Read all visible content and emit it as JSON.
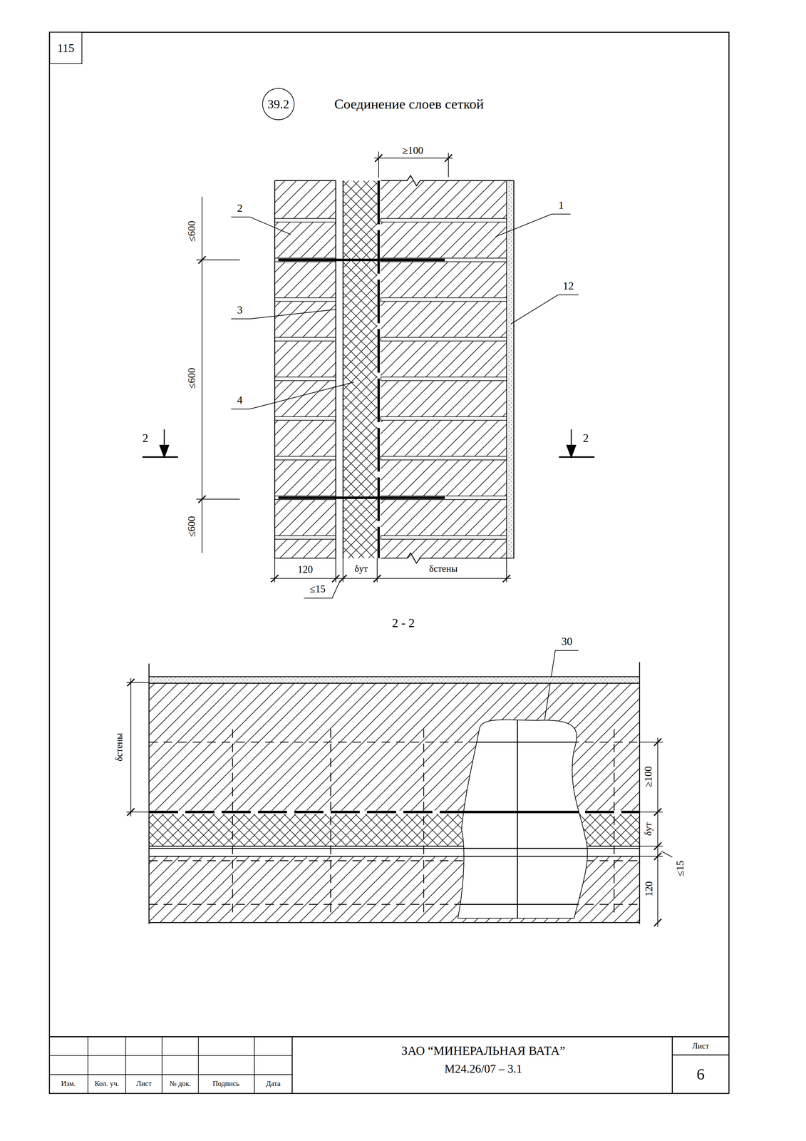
{
  "diagram": {
    "title": "Соединение слоев сеткой",
    "nodes": [
      {
        "text": [
          "115"
        ]
      },
      {
        "text": [
          "39.2"
        ]
      }
    ],
    "labels": [
      "≥100",
      "2",
      "1",
      "≤600",
      "12",
      "3",
      "≤600",
      "4",
      "2",
      "2",
      "≤600",
      "120",
      "δут",
      "δстены",
      "≤15",
      "2 - 2",
      "30",
      "δстены",
      "≥100",
      "δут",
      "≤15",
      "120",
      "ЗАО “МИНЕРАЛЬНАЯ ВАТА”",
      "M24.26/07 – 3.1",
      "Лист",
      "6",
      "Изм.",
      "Кол. уч.",
      "Лист",
      "№ док.",
      "Подпись",
      "Дата"
    ]
  }
}
